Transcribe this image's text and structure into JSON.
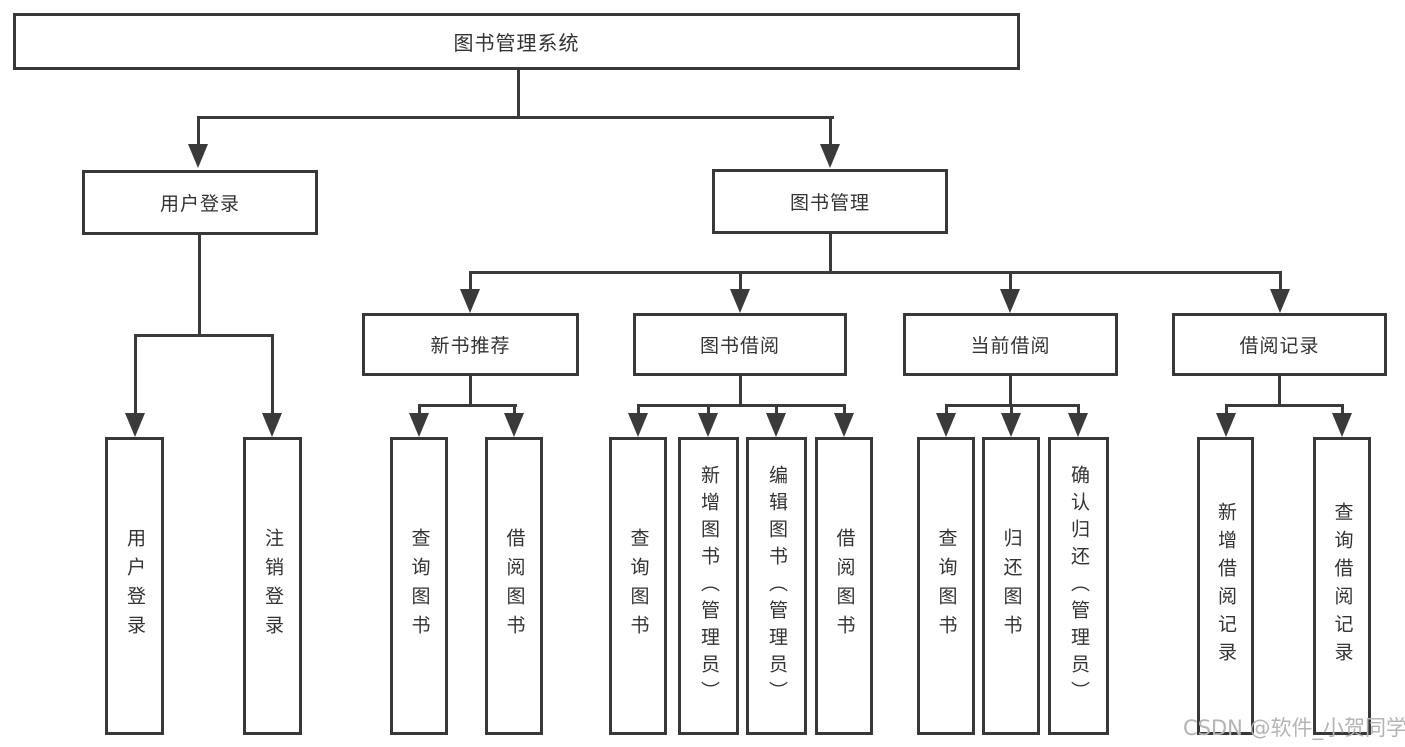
{
  "diagram": {
    "title": "图书管理系统",
    "level2": {
      "user_login": "用户登录",
      "book_management": "图书管理"
    },
    "level3": {
      "new_book_recommend": "新书推荐",
      "book_borrow": "图书借阅",
      "current_borrow": "当前借阅",
      "borrow_record": "借阅记录"
    },
    "leaves": {
      "user_login_1": "用户登录",
      "user_login_2": "注销登录",
      "recommend_1": "查询图书",
      "recommend_2": "借阅图书",
      "borrow_1": "查询图书",
      "borrow_2": "新增图书（管理员）",
      "borrow_3": "编辑图书（管理员）",
      "borrow_4": "借阅图书",
      "current_1": "查询图书",
      "current_2": "归还图书",
      "current_3": "确认归还（管理员）",
      "record_1": "新增借阅记录",
      "record_2": "查询借阅记录"
    }
  },
  "watermark": "CSDN @软件_小贺同学",
  "colors": {
    "line": "#3a3a3a",
    "text": "#333333",
    "watermark": "#b4b4b4",
    "background": "#ffffff"
  }
}
